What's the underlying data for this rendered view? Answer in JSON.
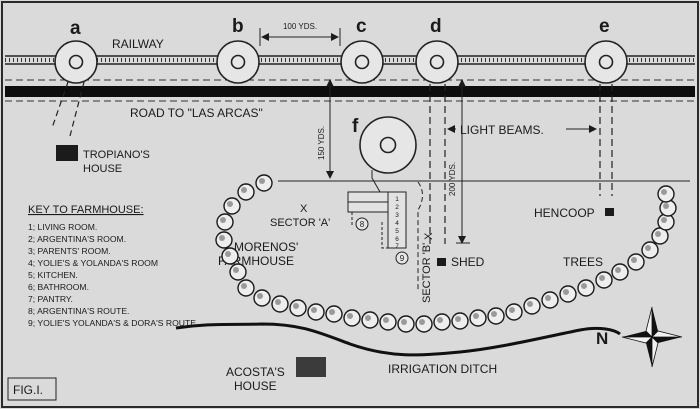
{
  "figure_label": "FIG.I.",
  "stations": {
    "a": "a",
    "b": "b",
    "c": "c",
    "d": "d",
    "e": "e",
    "f": "f"
  },
  "labels": {
    "railway": "RAILWAY",
    "road": "ROAD TO \"LAS ARCAS\"",
    "light_beams": "LIGHT BEAMS.",
    "dist_100": "100 YDS.",
    "dist_150": "150 YDS.",
    "dist_200": "200 YDS.",
    "tropiano_line1": "TROPIANO'S",
    "tropiano_line2": "HOUSE",
    "sector_a": "SECTOR 'A'",
    "sector_b": "SECTOR 'B'",
    "x_mark_a": "X",
    "x_mark_b": "X",
    "morenos_line1": "MORENOS'",
    "morenos_line2": "FARMHOUSE",
    "hencoop": "HENCOOP",
    "shed": "SHED",
    "trees": "TREES",
    "acosta_line1": "ACOSTA'S",
    "acosta_line2": "HOUSE",
    "irrigation": "IRRIGATION DITCH",
    "north": "N",
    "route_8": "8",
    "route_9": "9"
  },
  "farmhouse_rooms": [
    "1",
    "2",
    "3",
    "4",
    "5",
    "6",
    "7"
  ],
  "key": {
    "title": "KEY TO FARMHOUSE:",
    "items": [
      "1; LIVING ROOM.",
      "2; ARGENTINA'S ROOM.",
      "3; PARENTS' ROOM.",
      "4; YOLIE'S & YOLANDA'S ROOM",
      "5; KITCHEN.",
      "6; BATHROOM.",
      "7; PANTRY.",
      "8; ARGENTINA'S ROUTE.",
      "9; YOLIE'S YOLANDA'S & DORA'S ROUTE."
    ]
  }
}
